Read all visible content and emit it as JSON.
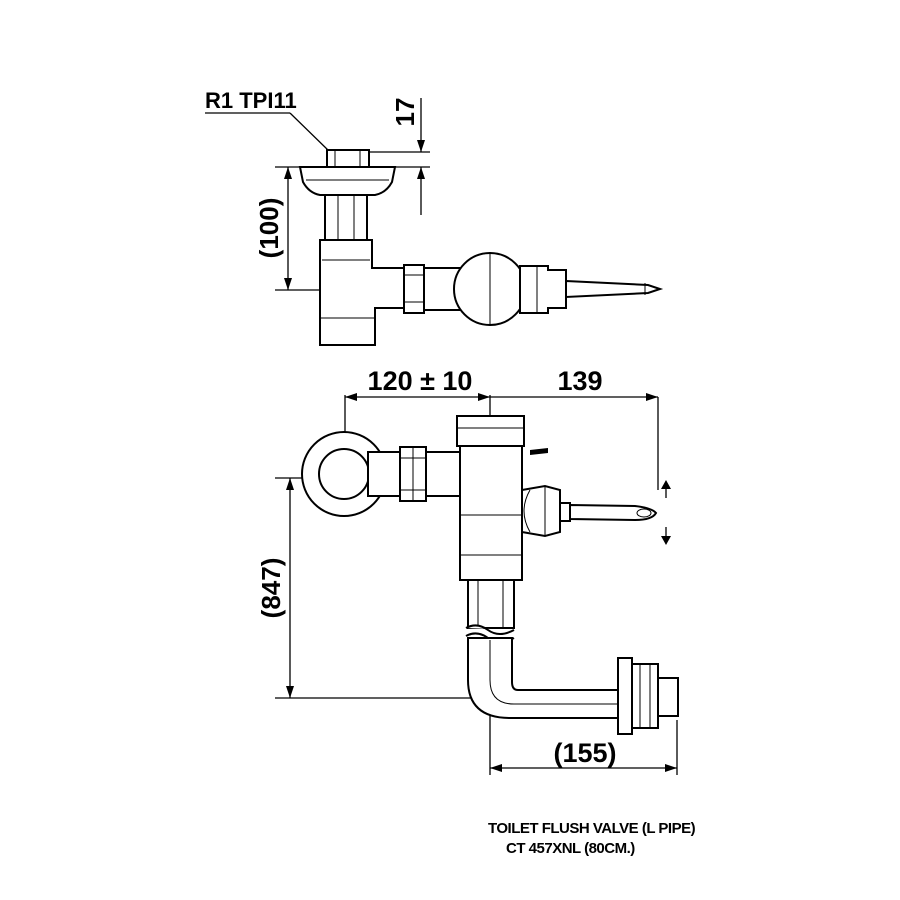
{
  "drawing": {
    "top_view": {
      "thread_label": "R1 TPI11",
      "dim_depth": "17",
      "dim_height": "(100)"
    },
    "front_view": {
      "dim_offset": "120 ± 10",
      "dim_handle": "139",
      "dim_overall_height": "(847)",
      "dim_outlet": "(155)"
    },
    "caption": {
      "line1": "TOILET FLUSH VALVE (L PIPE)",
      "line2": "CT 457XNL (80CM.)"
    }
  }
}
